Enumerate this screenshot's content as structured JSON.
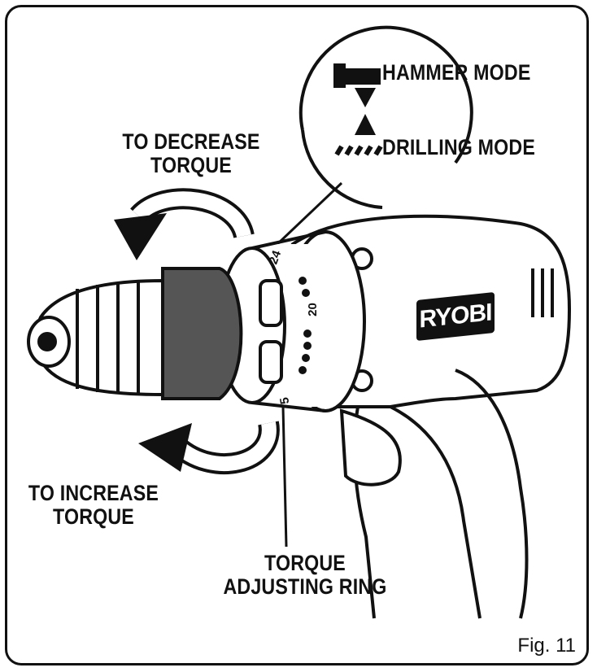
{
  "labels": {
    "decrease_torque": [
      "TO DECREASE",
      "TORQUE"
    ],
    "increase_torque": [
      "TO INCREASE",
      "TORQUE"
    ],
    "torque_ring": [
      "TORQUE",
      "ADJUSTING RING"
    ],
    "hammer_mode": "HAMMER MODE",
    "drilling_mode": "DRILLING MODE"
  },
  "brand": "RYOBI",
  "ring_numbers": {
    "n20": "20",
    "n24": "24",
    "n5": "5"
  },
  "caption": "Fig. 11"
}
